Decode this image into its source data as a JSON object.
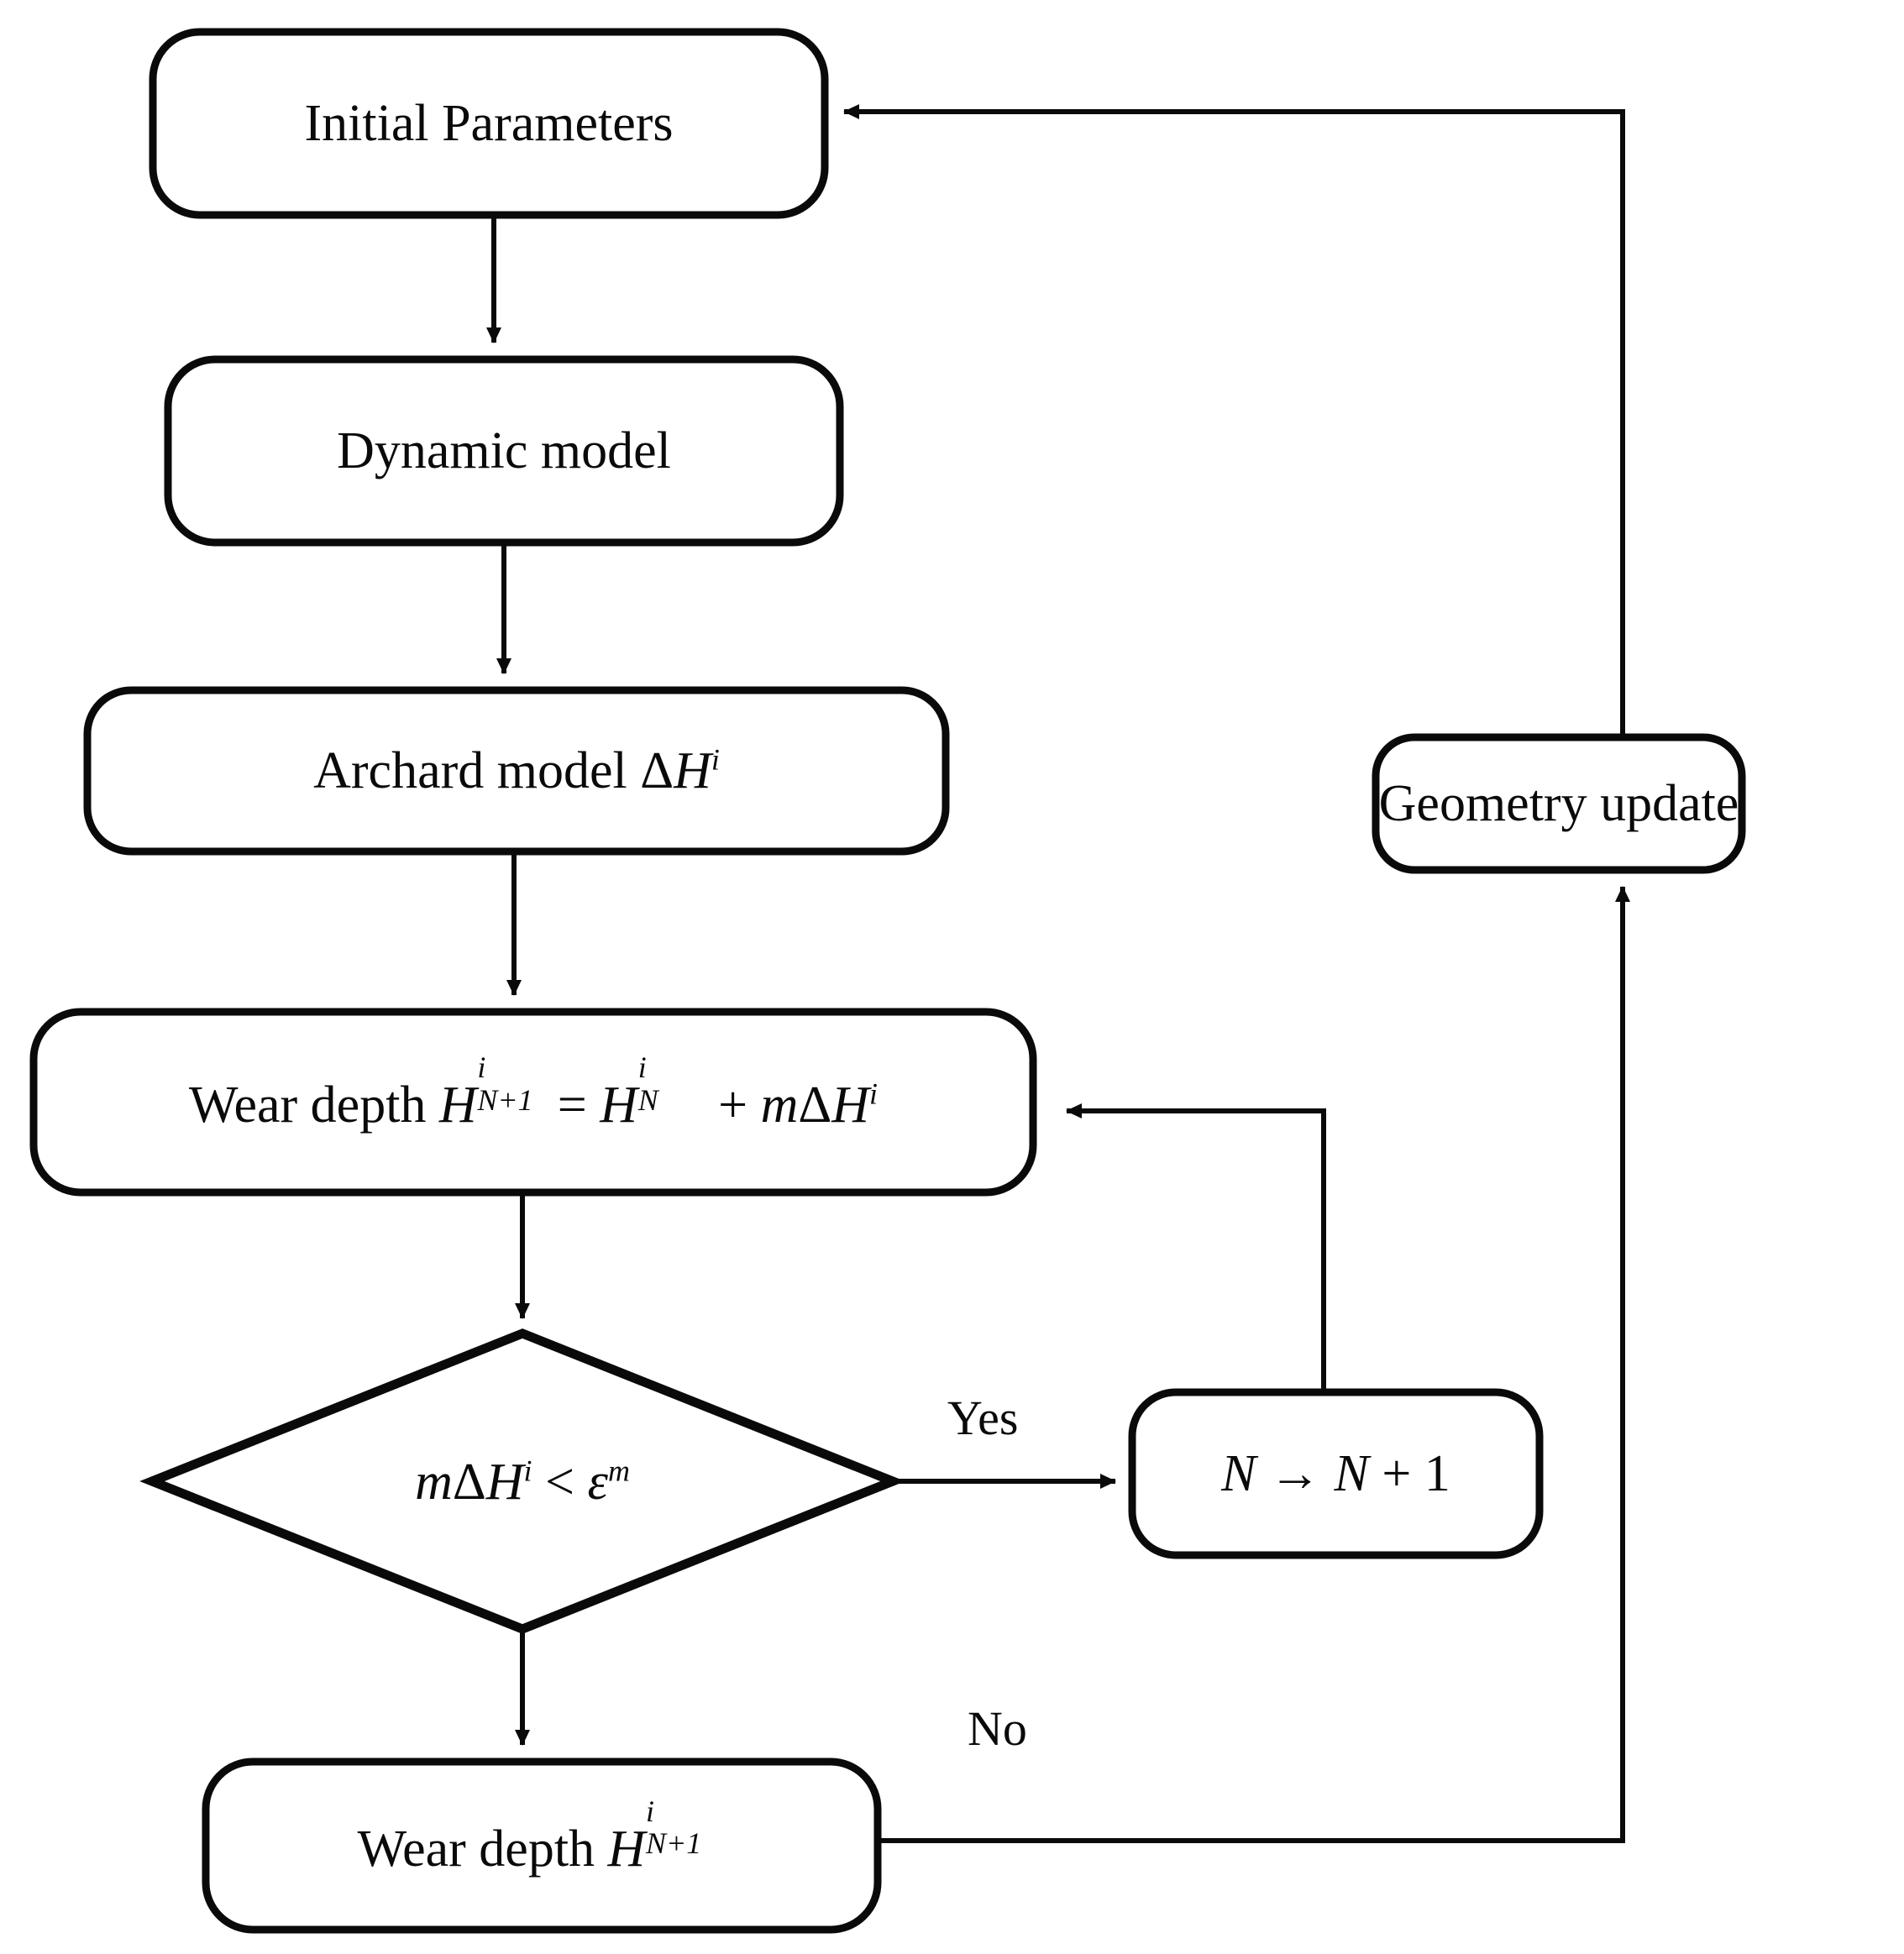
{
  "diagram": {
    "type": "flowchart",
    "title": "Wear simulation iterative loop flowchart",
    "background_color": "#ffffff",
    "stroke_color": "#0a0a0a",
    "nodes": [
      {
        "id": "initial-parameters",
        "shape": "rounded-rectangle",
        "label": "Initial Parameters"
      },
      {
        "id": "dynamic-model",
        "shape": "rounded-rectangle",
        "label": "Dynamic model"
      },
      {
        "id": "archard-model",
        "shape": "rounded-rectangle",
        "label_prefix": "Archard model ",
        "label_math": "ΔH",
        "label_sup": "i",
        "label_plain": "Archard model ΔH^i"
      },
      {
        "id": "wear-depth-update",
        "shape": "rounded-rectangle",
        "label_prefix": "Wear depth ",
        "label_plain": "Wear depth H^i_{N+1} = H^i_N + mΔH^i",
        "parts": {
          "H1": "H",
          "H1_sup": "i",
          "H1_sub": "N+1",
          "eq": "=",
          "H2": "H",
          "H2_sup": "i",
          "H2_sub": "N",
          "plus": "+",
          "m": "m",
          "delta": "ΔH",
          "delta_sup": "i"
        }
      },
      {
        "id": "decision",
        "shape": "diamond",
        "label_plain": "mΔH^i < ε^m",
        "parts": {
          "m": "m",
          "delta": "ΔH",
          "delta_sup": "i",
          "op": "<",
          "eps": "ε",
          "eps_sup": "m"
        }
      },
      {
        "id": "increment-n",
        "shape": "rounded-rectangle",
        "label_plain": "N → N + 1",
        "parts": {
          "n1": "N",
          "arrow": "→",
          "n2": "N",
          "plus": "+",
          "one": "1"
        }
      },
      {
        "id": "geometry-update",
        "shape": "rounded-rectangle",
        "label": "Geometry update"
      },
      {
        "id": "wear-depth-result",
        "shape": "rounded-rectangle",
        "label_prefix": "Wear depth ",
        "label_plain": "Wear depth H^i_{N+1}",
        "parts": {
          "H": "H",
          "H_sup": "i",
          "H_sub": "N+1"
        }
      }
    ],
    "edge_labels": {
      "yes": "Yes",
      "no": "No"
    },
    "edges": [
      {
        "from": "initial-parameters",
        "to": "dynamic-model",
        "label": ""
      },
      {
        "from": "dynamic-model",
        "to": "archard-model",
        "label": ""
      },
      {
        "from": "archard-model",
        "to": "wear-depth-update",
        "label": ""
      },
      {
        "from": "wear-depth-update",
        "to": "decision",
        "label": ""
      },
      {
        "from": "decision",
        "to": "increment-n",
        "label": "Yes"
      },
      {
        "from": "increment-n",
        "to": "wear-depth-update",
        "label": ""
      },
      {
        "from": "decision",
        "to": "wear-depth-result",
        "label": ""
      },
      {
        "from": "wear-depth-result",
        "to": "geometry-update",
        "label": "No"
      },
      {
        "from": "geometry-update",
        "to": "initial-parameters",
        "label": ""
      }
    ]
  }
}
